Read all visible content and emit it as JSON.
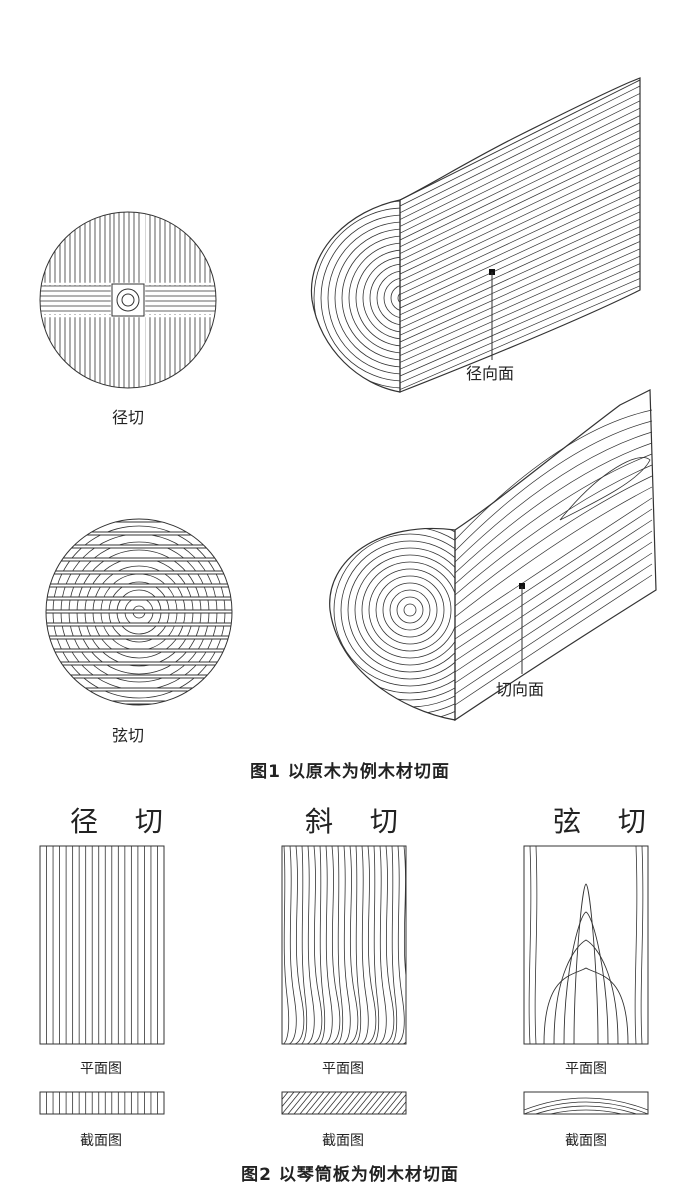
{
  "figure1": {
    "caption": "图1 以原木为例木材切面",
    "radial_cut_label": "径切",
    "tangential_cut_label": "弦切",
    "radial_face_label": "径向面",
    "tangential_face_label": "切向面"
  },
  "figure2": {
    "caption": "图2 以琴筒板为例木材切面",
    "panels": [
      {
        "heading": "径 切",
        "plan_label": "平面图",
        "section_label": "截面图"
      },
      {
        "heading": "斜 切",
        "plan_label": "平面图",
        "section_label": "截面图"
      },
      {
        "heading": "弦 切",
        "plan_label": "平面图",
        "section_label": "截面图"
      }
    ]
  },
  "colors": {
    "line": "#333333",
    "background": "#ffffff"
  }
}
